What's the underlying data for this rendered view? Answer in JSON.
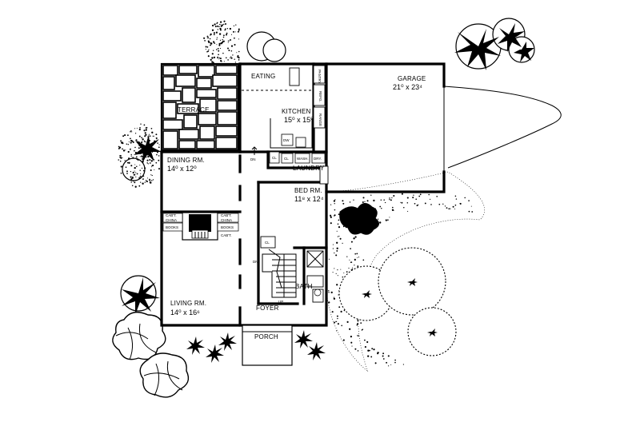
{
  "rooms": {
    "garage": {
      "name": "GARAGE",
      "size": "21⁰ x 23⁴"
    },
    "eating": {
      "name": "EATING"
    },
    "kitchen": {
      "name": "KITCHEN",
      "size": "15⁰ x 15⁰"
    },
    "terrace": {
      "name": "TERRACE"
    },
    "dining": {
      "name": "DINING RM.",
      "size": "14⁰ x 12⁰"
    },
    "laundry": {
      "name": "LAUNDRY"
    },
    "bedroom": {
      "name": "BED RM.",
      "size": "11⁸ x 12⁴"
    },
    "bath": {
      "name": "BATH"
    },
    "living": {
      "name": "LIVING RM.",
      "size": "14⁰ x 16⁶"
    },
    "foyer": {
      "name": "FOYER"
    },
    "porch": {
      "name": "PORCH"
    }
  },
  "fixtures": {
    "pantry": "PANTRY",
    "refrig": "REFG.",
    "range": "RANGE",
    "dw": "DW",
    "cl_kitchen": "CL",
    "cl_laundry": "CL",
    "wash": "WASH.",
    "dry": "DRY.",
    "cl_stair": "CL",
    "dn": "DN",
    "up": "UP",
    "caft_left": "CAB'T.",
    "china_left": "CHINA",
    "books_left": "BOOKS",
    "caft_right": "CAB'T.",
    "china_right": "CHINA",
    "books_right": "BOOKS",
    "caft_right_2": "CAB'T.",
    "dn_hall": "DN"
  }
}
